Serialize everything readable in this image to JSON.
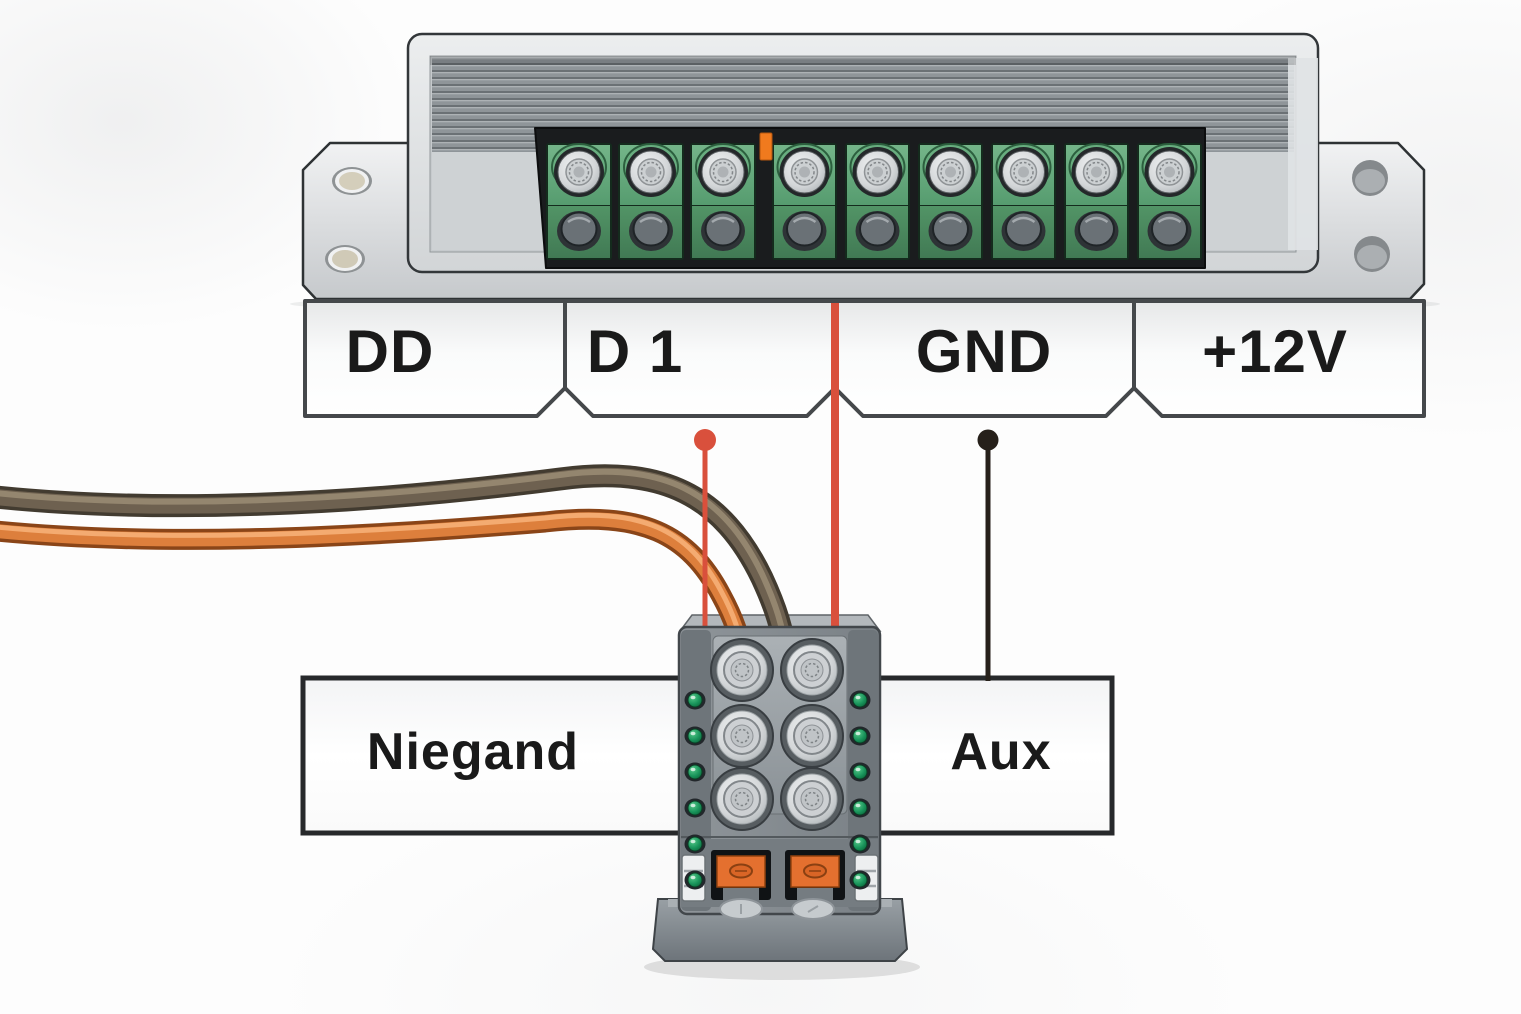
{
  "meta": {
    "type": "wiring-diagram-illustration",
    "subject": "reader terminal block wiring"
  },
  "device": {
    "name": "access-reader-terminal-device",
    "terminal_groups": [
      3,
      6
    ],
    "terminal_total": 9
  },
  "terminal_band": {
    "segments": [
      {
        "id": "dd",
        "label": "DD"
      },
      {
        "id": "d1",
        "label": "D 1"
      },
      {
        "id": "gnd",
        "label": "GND"
      },
      {
        "id": "plus12v",
        "label": "+12V"
      }
    ]
  },
  "callouts": {
    "wiegand": {
      "label": "Niegand"
    },
    "aux": {
      "label": "Aux"
    }
  },
  "connector": {
    "screw_rows": 3,
    "screw_cols": 2,
    "leds_per_side": 6,
    "switches": 2
  },
  "wires": [
    {
      "name": "brown-wire",
      "color": "#6e6150"
    },
    {
      "name": "orange-wire",
      "color": "#dd7f3c"
    }
  ],
  "connections": [
    {
      "target": "D 1",
      "style": "dot-and-line",
      "color": "#d9503c"
    },
    {
      "target": "D1-GND-divider",
      "style": "line",
      "color": "#d9503c"
    },
    {
      "target": "GND",
      "style": "dot-and-line",
      "color": "#26201a"
    }
  ],
  "colors": {
    "terminal_green_light": "#68ad7f",
    "terminal_green_dark": "#4c8a61",
    "marker_orange": "#f07a1e",
    "wire_brown": "#6e6150",
    "wire_brown_dark": "#423b30",
    "wire_brown_light": "#9b8d74",
    "wire_orange": "#dd7f3c",
    "wire_orange_dark": "#8a4518",
    "wire_orange_light": "#f6b077",
    "line_red": "#d9503c",
    "line_black": "#26201a",
    "led_green": "#1d8a52",
    "switch_orange": "#e4702f"
  }
}
